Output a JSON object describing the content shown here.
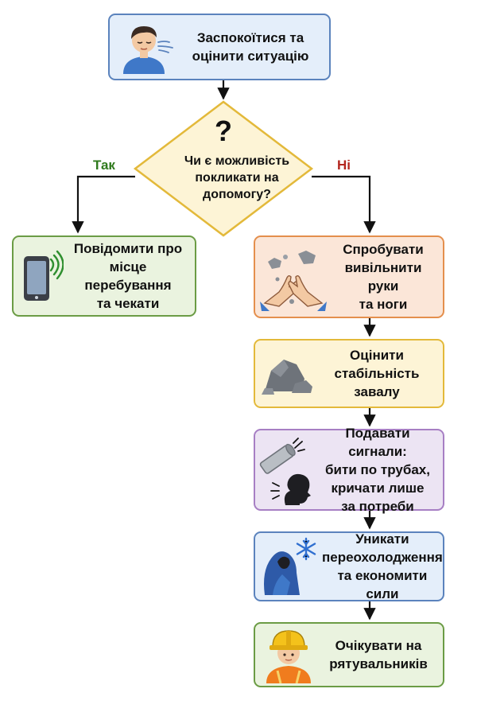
{
  "steps": {
    "calm": "Заспокоїтися та\nоцінити ситуацію",
    "question": "Чи є можливість\nпокликати на\nдопомогу?",
    "notify": "Повідомити про\nмісце перебування\nта чекати",
    "free": "Спробувати\nвивільнити руки\nта ноги",
    "assess": "Оцінити\nстабільність завалу",
    "signal": "Подавати сигнали:\nбити по трубах,\nкричати лише\nза потреби",
    "warm": "Уникати\nпереохолодження\nта економити сили",
    "wait": "Очікувати на\nрятувальників"
  },
  "branches": {
    "yes": "Так",
    "no": "Ні"
  },
  "colors": {
    "blue": "#5b83bd",
    "green": "#6b9c45",
    "orange": "#e48f4d",
    "yellow": "#e3b93a",
    "purple": "#a77fc4",
    "yes_text": "#2f7a1d",
    "no_text": "#b3261e"
  },
  "icons": {
    "calm": "person-breathing-icon",
    "question": "question-mark-icon",
    "notify": "phone-signal-icon",
    "free": "hands-rubble-icon",
    "assess": "rocks-icon",
    "signal": "pipe-shout-icon",
    "warm": "blanket-snowflake-icon",
    "wait": "rescuer-helmet-icon"
  }
}
